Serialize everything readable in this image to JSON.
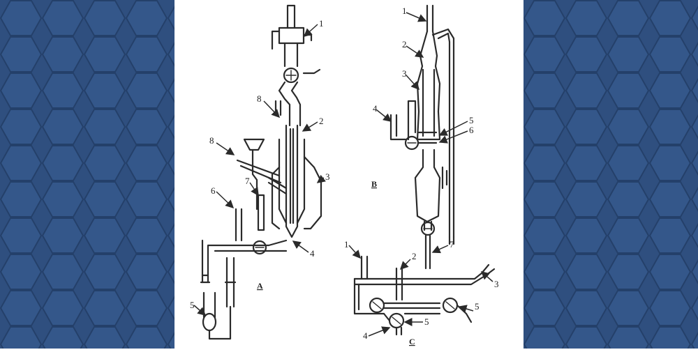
{
  "background": {
    "color": "#2f4f7f",
    "pattern": "hexagon-tiles"
  },
  "panels": {
    "A": {
      "letter": "A",
      "callouts": [
        "1",
        "2",
        "3",
        "4",
        "5",
        "6",
        "7",
        "8",
        "8"
      ]
    },
    "B": {
      "letter": "B",
      "callouts": [
        "1",
        "2",
        "3",
        "4",
        "5",
        "6"
      ]
    },
    "C": {
      "letter": "C",
      "callouts": [
        "1",
        "2",
        "3",
        "4",
        "5",
        "5",
        "7"
      ]
    }
  }
}
